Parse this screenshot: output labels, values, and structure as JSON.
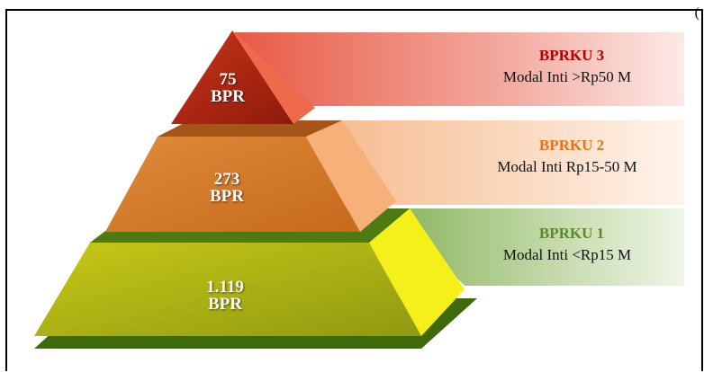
{
  "corner_text": "(",
  "tiers": [
    {
      "count": "75",
      "unit": "BPR",
      "title": "BPRKU 3",
      "desc": "Modal Inti >Rp50 M",
      "title_color": "#b30000"
    },
    {
      "count": "273",
      "unit": "BPR",
      "title": "BPRKU 2",
      "desc": "Modal Inti Rp15-50 M",
      "title_color": "#e8731f"
    },
    {
      "count": "1.119",
      "unit": "BPR",
      "title": "BPRKU 1",
      "desc": "Modal Inti <Rp15 M",
      "title_color": "#5b8a2e"
    }
  ]
}
